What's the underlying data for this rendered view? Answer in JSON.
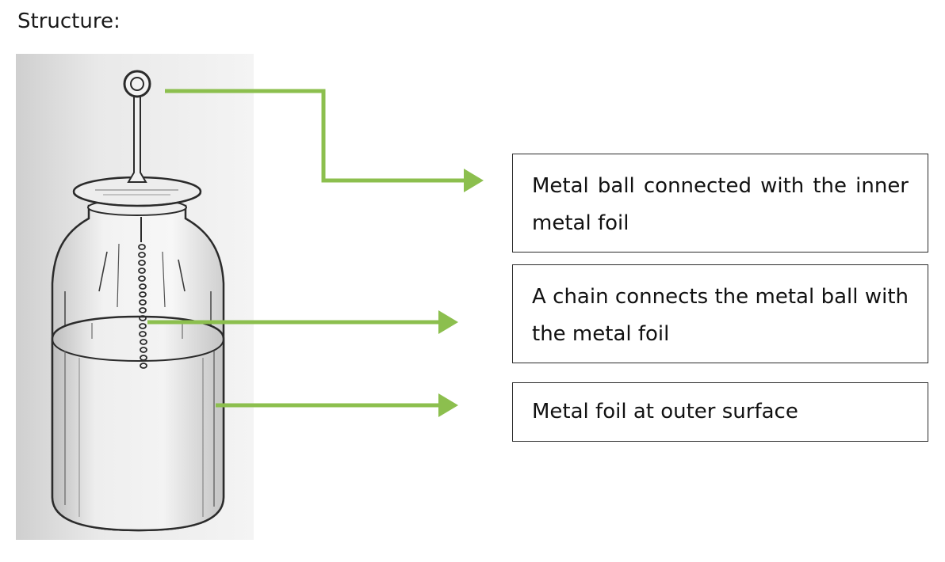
{
  "diagram": {
    "heading": "Structure:",
    "labels": {
      "ball": "Metal ball connected with the inner metal foil",
      "chain": "A chain connects the metal ball with the metal foil",
      "outer_foil": "Metal foil at outer surface"
    },
    "colors": {
      "arrow": "#8cbf4e",
      "box_border": "#2a2a2a",
      "drawing_ink": "#2b2b2b",
      "photo_background": "#e4e4e4"
    }
  }
}
